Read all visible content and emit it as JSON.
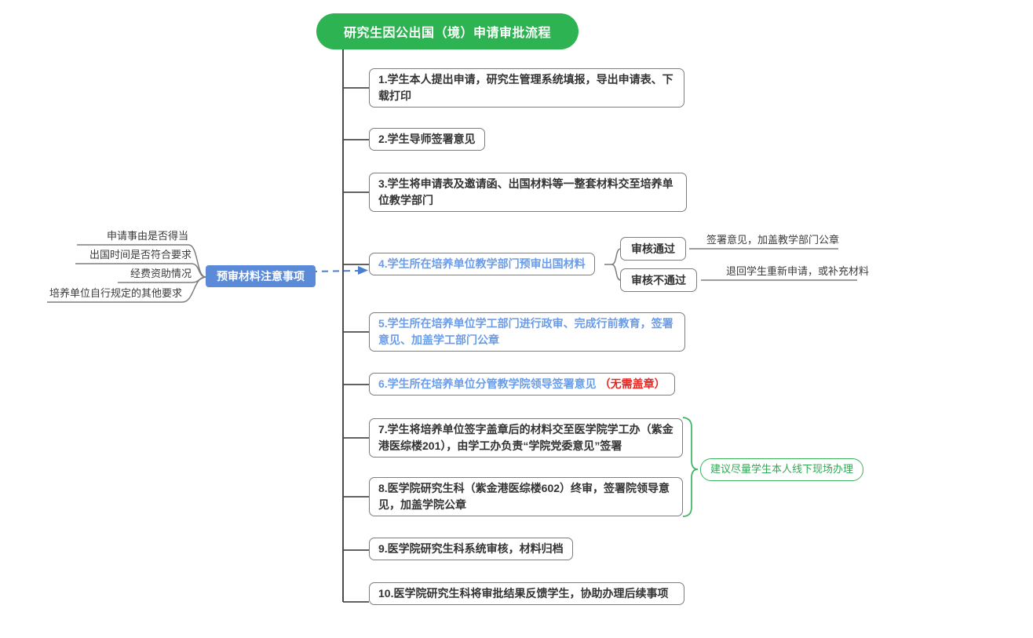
{
  "title": "研究生因公出国（境）申请审批流程",
  "steps": [
    {
      "text": "1.学生本人提出申请，研究生管理系统填报，导出申请表、下载打印"
    },
    {
      "text": "2.学生导师签署意见"
    },
    {
      "text": "3.学生将申请表及邀请函、出国材料等一整套材料交至培养单位教学部门"
    },
    {
      "text": "4.学生所在培养单位教学部门预审出国材料"
    },
    {
      "text": "5.学生所在培养单位学工部门进行政审、完成行前教育，签署意见、加盖学工部门公章"
    },
    {
      "text": "6.学生所在培养单位分管教学院领导签署意见",
      "suffix": " （无需盖章）"
    },
    {
      "text": "7.学生将培养单位签字盖章后的材料交至医学院学工办（紫金港医综楼201），由学工办负责“学院党委意见”签署"
    },
    {
      "text": "8.医学院研究生科（紫金港医综楼602）终审，签署院领导意见，加盖学院公章"
    },
    {
      "text": "9.医学院研究生科系统审核，材料归档"
    },
    {
      "text": "10.医学院研究生科将审批结果反馈学生，协助办理后续事项"
    }
  ],
  "precheck": {
    "label": "预审材料注意事项",
    "items": [
      "申请事由是否得当",
      "出国时间是否符合要求",
      "经费资助情况",
      "培养单位自行规定的其他要求"
    ]
  },
  "review": {
    "pass_label": "审核通过",
    "pass_result": "签署意见，加盖教学部门公章",
    "fail_label": "审核不通过",
    "fail_result": "退回学生重新申请，或补充材料"
  },
  "note": "建议尽量学生本人线下现场办理",
  "colors": {
    "title_green": "#2db351",
    "precheck_blue": "#5a8ad8",
    "arrow_blue": "#4a7ecf",
    "step_blue_text": "#6b9ce8",
    "warning_red": "#e62521",
    "note_green": "#3ab55f",
    "border_gray": "#7d7d7d",
    "trunk_gray": "#4b4b4b"
  }
}
